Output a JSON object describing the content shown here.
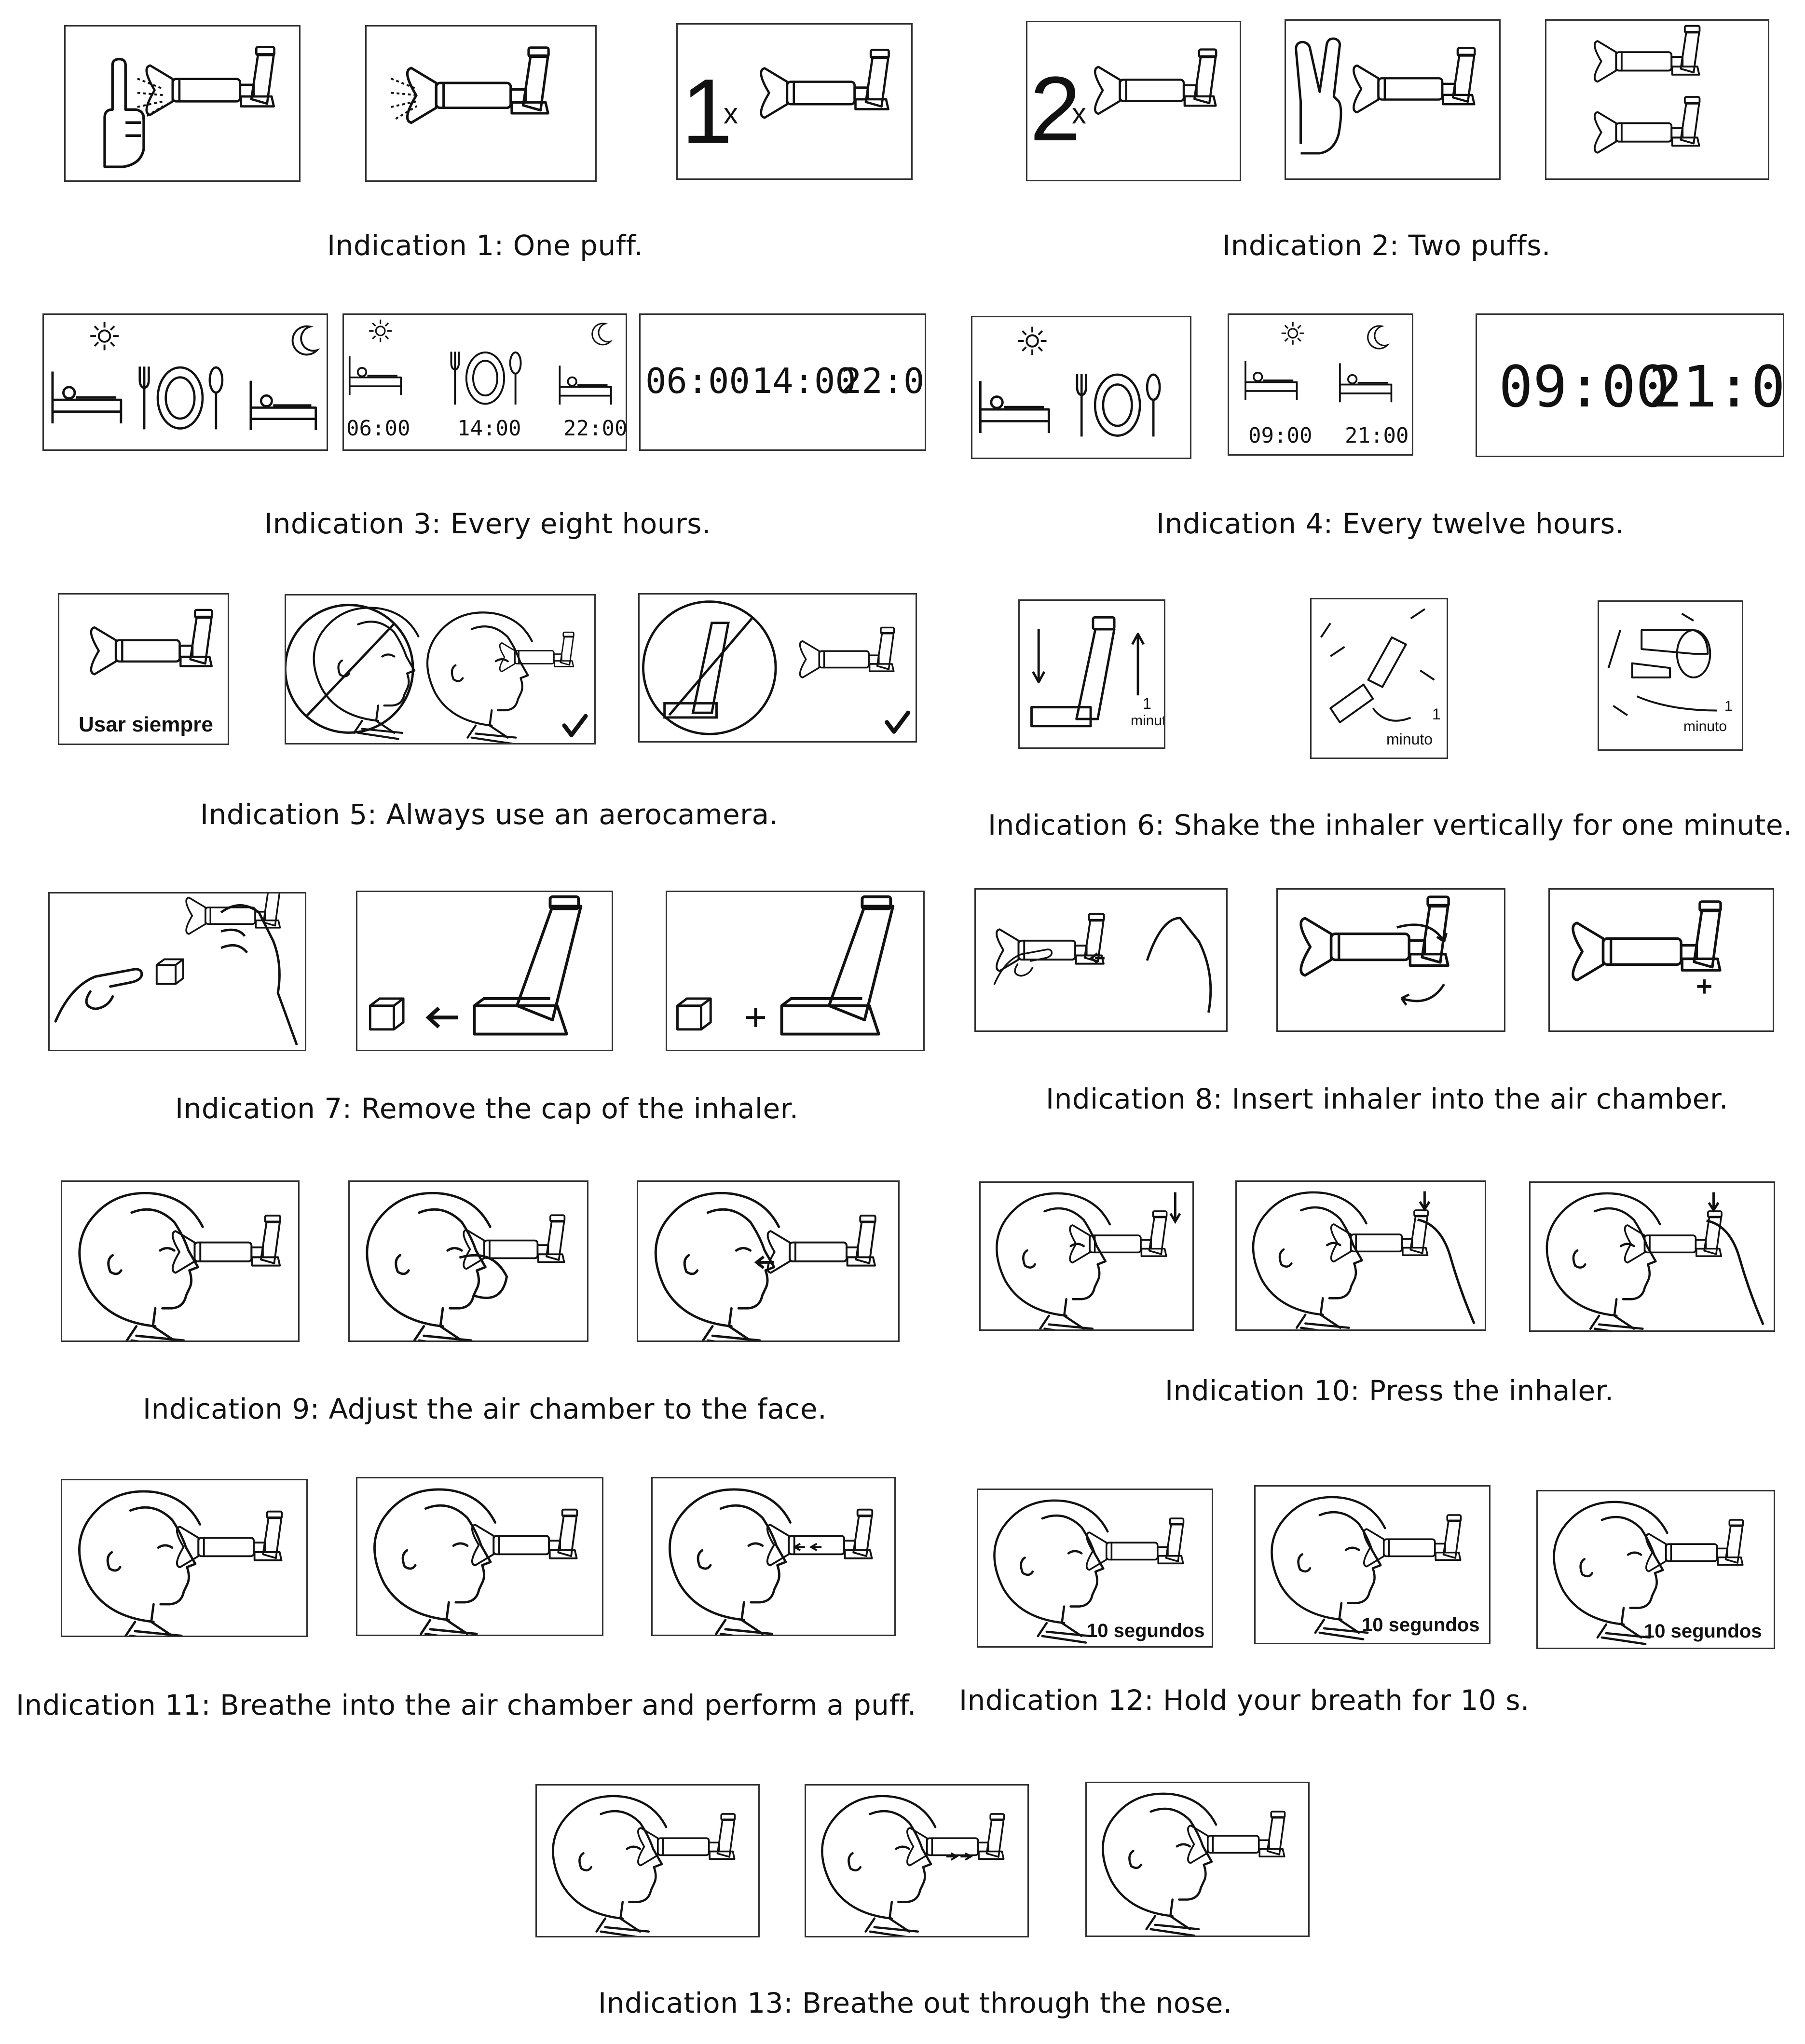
{
  "captions": {
    "c1": "Indication 1: One puff.",
    "c2": "Indication 2: Two puffs.",
    "c3": "Indication 3: Every eight hours.",
    "c4": "Indication 4: Every twelve hours.",
    "c5": "Indication 5: Always use an aerocamera.",
    "c6": "Indication 6: Shake the inhaler vertically for one minute.",
    "c7": "Indication 7: Remove the cap of the inhaler.",
    "c8": "Indication 8: Insert inhaler into the air chamber.",
    "c9": "Indication 9: Adjust the air chamber to the face.",
    "c10": "Indication 10: Press the inhaler.",
    "c11": "Indication 11: Breathe into the air chamber and perform a puff.",
    "c12": "Indication 12: Hold your breath for 10 s.",
    "c13": "Indication 13: Breathe out through the nose."
  },
  "labels": {
    "one": "1",
    "two": "2",
    "times": "x",
    "usar_siempre": "Usar siempre",
    "one_minute_num": "1",
    "minuto": "minuto",
    "ten_seconds": "10 segundos"
  },
  "times8": {
    "t1": "06:00",
    "t2": "14:00",
    "t3": "22:00"
  },
  "times12": {
    "t1": "09:00",
    "t2": "21:00"
  },
  "icons": [
    "finger-icon",
    "spacer-inhaler-icon",
    "sun-icon",
    "moon-icon",
    "bed-icon",
    "plate-cutlery-icon",
    "check-icon",
    "prohibited-icon",
    "arrow-icon",
    "shake-icon",
    "cap-icon",
    "face-icon",
    "hand-icon"
  ]
}
